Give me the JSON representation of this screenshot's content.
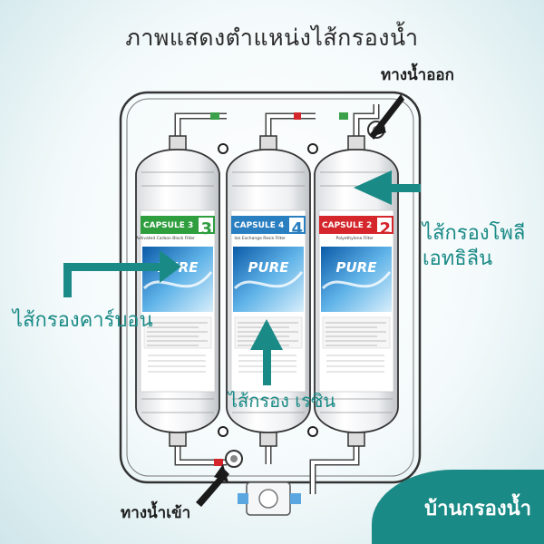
{
  "title": "ภาพแสดงตำแหน่งไส้กรองน้ำ",
  "labels": {
    "outlet": "ทางน้ำออก",
    "inlet": "ทางน้ำเข้า",
    "polyethylene": "ไส้กรองโพลีเอทธิลีน",
    "polyethylene_line1": "ไส้กรองโพลี",
    "polyethylene_line2": "เอทธิลีน",
    "carbon": "ไส้กรองคาร์บอน",
    "resin": "ไส้กรอง เรซิน"
  },
  "capsules": [
    {
      "name": "CAPSULE 3",
      "number": "3",
      "subtitle": "Activated Carbon Block Filter",
      "color": "#2e9e3e"
    },
    {
      "name": "CAPSULE 4",
      "number": "4",
      "subtitle": "Ion Exchange Resin Filter",
      "color": "#2a7fc1"
    },
    {
      "name": "CAPSULE 2",
      "number": "2",
      "subtitle": "Polyethylene Filter",
      "color": "#d4262b"
    }
  ],
  "brand": {
    "name": "บ้านกรองน้ำ"
  },
  "colors": {
    "accent": "#1a8a86",
    "frame": "#333333"
  }
}
